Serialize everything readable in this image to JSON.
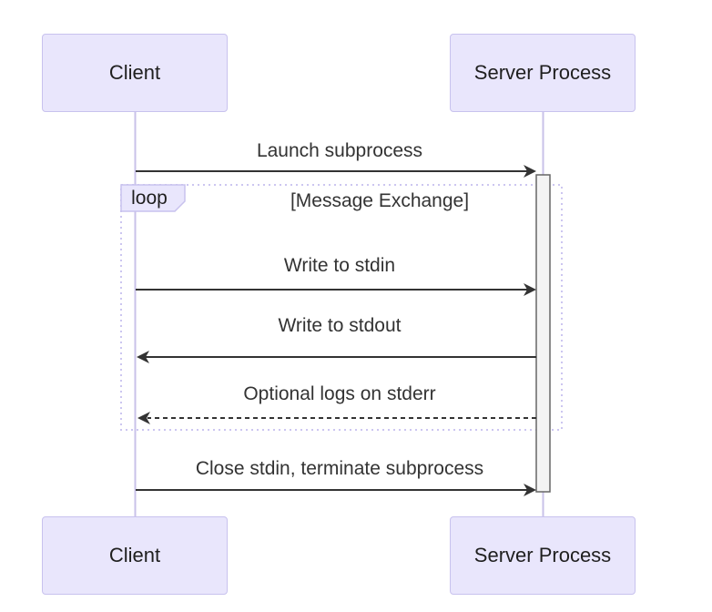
{
  "diagram": {
    "type": "sequence-diagram",
    "actors": [
      {
        "name": "Client"
      },
      {
        "name": "Server Process"
      }
    ],
    "messages": [
      {
        "from": "Client",
        "to": "Server Process",
        "text": "Launch subprocess",
        "line": "solid",
        "direction": "right"
      },
      {
        "from": "Client",
        "to": "Server Process",
        "text": "Write to stdin",
        "line": "solid",
        "direction": "right"
      },
      {
        "from": "Server Process",
        "to": "Client",
        "text": "Write to stdout",
        "line": "solid",
        "direction": "left"
      },
      {
        "from": "Server Process",
        "to": "Client",
        "text": "Optional logs on stderr",
        "line": "dashed",
        "direction": "left"
      },
      {
        "from": "Client",
        "to": "Server Process",
        "text": "Close stdin, terminate subprocess",
        "line": "solid",
        "direction": "right"
      }
    ],
    "loop": {
      "label": "loop",
      "title": "[Message Exchange]",
      "contains": [
        "Write to stdin",
        "Write to stdout",
        "Optional logs on stderr"
      ]
    },
    "activation": {
      "actor": "Server Process",
      "from_message": "Launch subprocess",
      "to_message": "Close stdin, terminate subprocess"
    },
    "colors": {
      "background": "#FFFFFF",
      "actor_fill": "#E9E6FC",
      "actor_border": "#C8C2EE",
      "lifeline": "#C9C2E9",
      "loop_border": "#CCC6F0",
      "loop_label_fill": "#E9E6FC",
      "arrow": "#333333",
      "activation_fill": "#F4F4F4",
      "activation_border": "#666666",
      "text": "#333333"
    }
  }
}
